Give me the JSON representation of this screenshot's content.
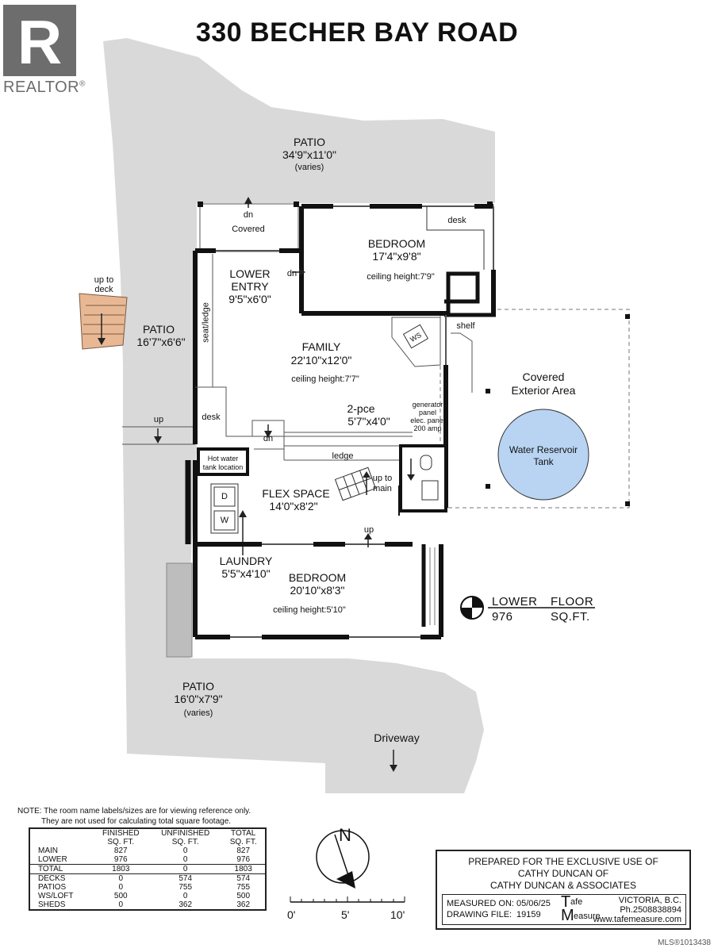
{
  "title": "330 BECHER BAY ROAD",
  "logo": {
    "brand": "REALTOR",
    "mark": "®",
    "letter": "R"
  },
  "rooms": {
    "patio_top": {
      "name": "PATIO",
      "size": "34'9\"x11'0\"",
      "note": "(varies)"
    },
    "covered": {
      "dn": "dn",
      "name": "Covered"
    },
    "bedroom_upper": {
      "name": "BEDROOM",
      "size": "17'4\"x9'8\"",
      "ceiling": "ceiling height:7'9\""
    },
    "desk_upper": "desk",
    "lower_entry": {
      "name1": "LOWER",
      "name2": "ENTRY",
      "size": "9'5\"x6'0\""
    },
    "dn_entry": "dn",
    "up_to_deck": {
      "l1": "up to",
      "l2": "deck"
    },
    "patio_left": {
      "name": "PATIO",
      "size": "16'7\"x6'6\""
    },
    "seat_ledge": "seat/ledge",
    "shelf": "shelf",
    "ws": "WS",
    "family": {
      "name": "FAMILY",
      "size": "22'10\"x12'0\"",
      "ceiling": "ceiling height:7'7\""
    },
    "covered_exterior": {
      "l1": "Covered",
      "l2": "Exterior Area"
    },
    "water_tank": {
      "l1": "Water Reservoir",
      "l2": "Tank"
    },
    "desk_lower": "desk",
    "up_left": "up",
    "dn_stair": "dn",
    "two_pce": {
      "name": "2-pce",
      "size": "5'7\"x4'0\""
    },
    "generator": {
      "l1": "generator",
      "l2": "panel",
      "l3": "elec. panel",
      "l4": "200 amp"
    },
    "hot_water": {
      "l1": "Hot water",
      "l2": "tank location"
    },
    "ledge": "ledge",
    "dryer": "D",
    "washer": "W",
    "up_to_main": {
      "l1": "up to",
      "l2": "main"
    },
    "flex": {
      "name": "FLEX SPACE",
      "size": "14'0\"x8'2\""
    },
    "up_bedroom": "up",
    "laundry": {
      "name": "LAUNDRY",
      "size": "5'5\"x4'10\""
    },
    "bedroom_lower": {
      "name": "BEDROOM",
      "size": "20'10\"x8'3\"",
      "ceiling": "ceiling height:5'10\""
    },
    "patio_bottom": {
      "name": "PATIO",
      "size": "16'0\"x7'9\"",
      "note": "(varies)"
    },
    "driveway": "Driveway"
  },
  "floor_label": {
    "name1": "LOWER",
    "name2": "FLOOR",
    "area": "976",
    "unit": "SQ.FT."
  },
  "note": {
    "line1": "NOTE: The room name labels/sizes are for viewing reference only.",
    "line2": "They are not used for calculating total square footage."
  },
  "sqft_table": {
    "headers": [
      {
        "l1": "",
        "l2": ""
      },
      {
        "l1": "FINISHED",
        "l2": "SQ. FT."
      },
      {
        "l1": "UNFINISHED",
        "l2": "SQ. FT."
      },
      {
        "l1": "TOTAL",
        "l2": "SQ. FT."
      }
    ],
    "rows": [
      [
        "MAIN",
        "827",
        "0",
        "827"
      ],
      [
        "LOWER",
        "976",
        "0",
        "976"
      ],
      [
        "TOTAL",
        "1803",
        "0",
        "1803"
      ],
      [
        "DECKS",
        "0",
        "574",
        "574"
      ],
      [
        "PATIOS",
        "0",
        "755",
        "755"
      ],
      [
        "WS/LOFT",
        "500",
        "0",
        "500"
      ],
      [
        "SHEDS",
        "0",
        "362",
        "362"
      ]
    ]
  },
  "compass": {
    "north": "N"
  },
  "scale": {
    "t0": "0'",
    "t5": "5'",
    "t10": "10'"
  },
  "prepared": {
    "l1": "PREPARED FOR THE EXCLUSIVE USE OF",
    "l2": "CATHY DUNCAN OF",
    "l3": "CATHY DUNCAN & ASSOCIATES"
  },
  "measured": {
    "measured_on_label": "MEASURED ON:",
    "measured_on": "05/06/25",
    "drawing_file_label": "DRAWING FILE:",
    "drawing_file": "19159",
    "brand1": "afe",
    "brand2": "easure",
    "brand_t": "T",
    "brand_m": "M",
    "city": "VICTORIA, B.C.",
    "phone": "Ph.2508838894",
    "web": "www.tafemeasure.com"
  },
  "mls": "MLS®1013438"
}
